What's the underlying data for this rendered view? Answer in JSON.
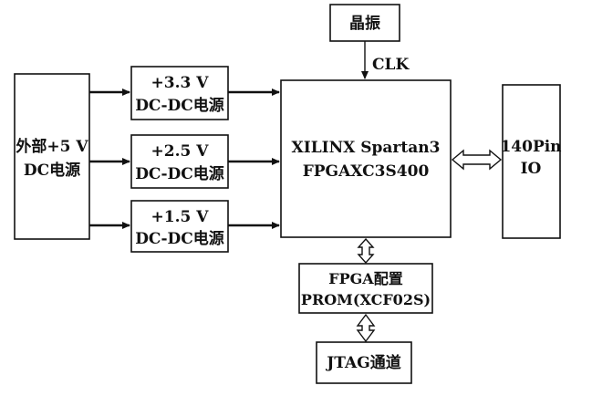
{
  "diagram": {
    "external_power": {
      "line1": "外部+5 V",
      "line2": "DC电源"
    },
    "converters": [
      {
        "voltage": "+3.3 V",
        "label": "DC-DC电源"
      },
      {
        "voltage": "+2.5 V",
        "label": "DC-DC电源"
      },
      {
        "voltage": "+1.5 V",
        "label": "DC-DC电源"
      }
    ],
    "crystal": "晶振",
    "clk_label": "CLK",
    "fpga": {
      "line1": "XILINX Spartan3",
      "line2": "FPGAXC3S400"
    },
    "io": {
      "line1": "140Pin",
      "line2": "IO"
    },
    "prom": {
      "line1": "FPGA配置",
      "line2": "PROM(XCF02S)"
    },
    "jtag": "JTAG通道"
  }
}
